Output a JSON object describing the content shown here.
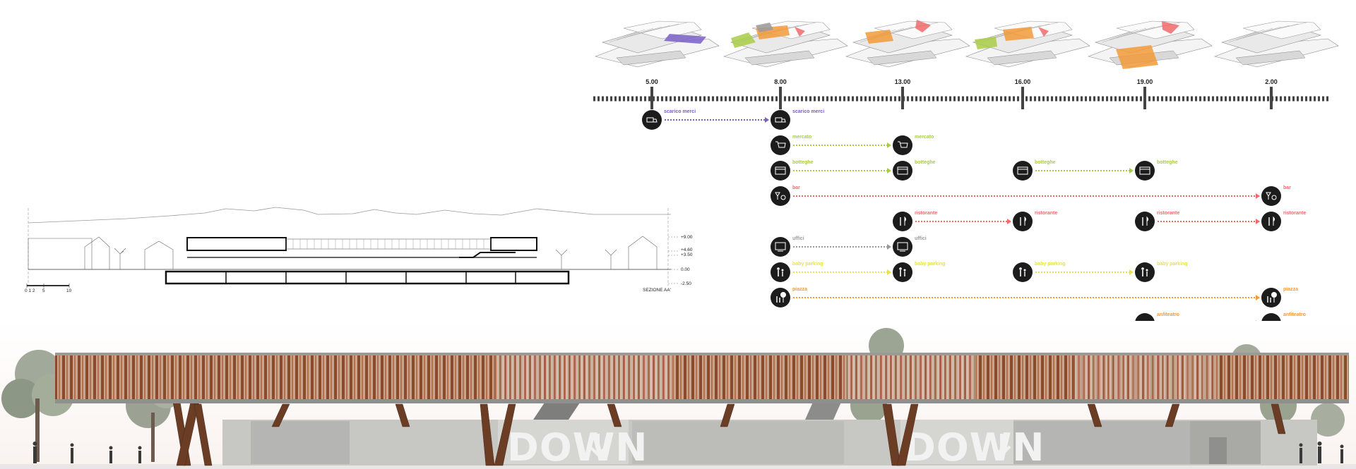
{
  "colors": {
    "scarico": "#7a5fc6",
    "mercato": "#a8cc45",
    "botteghe": "#a8cc45",
    "bar": "#ef6b6b",
    "ristorante": "#ef6b6b",
    "uffici": "#9a9a9a",
    "baby": "#e8e34a",
    "piazza": "#f29a3a",
    "anfiteatro": "#f29a3a",
    "icon_bg": "#1c1c1c"
  },
  "timeline": {
    "times": [
      {
        "label": "5.00"
      },
      {
        "label": "8.00"
      },
      {
        "label": "13.00"
      },
      {
        "label": "16.00"
      },
      {
        "label": "19.00"
      },
      {
        "label": "2.00"
      }
    ]
  },
  "activities": [
    {
      "key": "scarico",
      "name": "scarico merci",
      "icon": "truck-icon",
      "row": 0,
      "spans": [
        [
          0,
          1
        ]
      ],
      "color": "#7a5fc6"
    },
    {
      "key": "mercato",
      "name": "mercato",
      "icon": "cart-icon",
      "row": 1,
      "spans": [
        [
          1,
          2
        ]
      ],
      "color": "#a8cc45"
    },
    {
      "key": "botteghe",
      "name": "botteghe",
      "icon": "shop-icon",
      "row": 2,
      "spans": [
        [
          1,
          2
        ],
        [
          3,
          4
        ]
      ],
      "color": "#a8cc45"
    },
    {
      "key": "bar",
      "name": "bar",
      "icon": "cocktail-icon",
      "row": 3,
      "spans": [
        [
          1,
          5
        ]
      ],
      "color": "#ef6b6b"
    },
    {
      "key": "ristorante",
      "name": "ristorante",
      "icon": "cutlery-icon",
      "row": 4,
      "spans": [
        [
          2,
          3
        ],
        [
          4,
          5
        ]
      ],
      "color": "#ef6b6b"
    },
    {
      "key": "uffici",
      "name": "uffici",
      "icon": "monitor-icon",
      "row": 5,
      "spans": [
        [
          1,
          2
        ]
      ],
      "color": "#9a9a9a"
    },
    {
      "key": "baby",
      "name": "baby parking",
      "icon": "family-icon",
      "row": 6,
      "spans": [
        [
          1,
          2
        ],
        [
          3,
          4
        ]
      ],
      "color": "#e8e34a"
    },
    {
      "key": "piazza",
      "name": "piazza",
      "icon": "tree-people-icon",
      "row": 7,
      "spans": [
        [
          1,
          5
        ]
      ],
      "color": "#f29a3a"
    },
    {
      "key": "anfiteatro",
      "name": "anfiteatro",
      "icon": "amphitheatre-icon",
      "row": 8,
      "spans": [
        [
          4,
          5
        ]
      ],
      "color": "#f29a3a"
    }
  ],
  "section": {
    "title": "SEZIONE AA'",
    "levels": [
      "+9.00",
      "+4.60",
      "+3.50",
      "0.00",
      "-2.50"
    ],
    "scale": [
      "0 1 2",
      "5",
      "10"
    ]
  },
  "elevation": {
    "signs": [
      "DOWN",
      "DOWN"
    ]
  }
}
